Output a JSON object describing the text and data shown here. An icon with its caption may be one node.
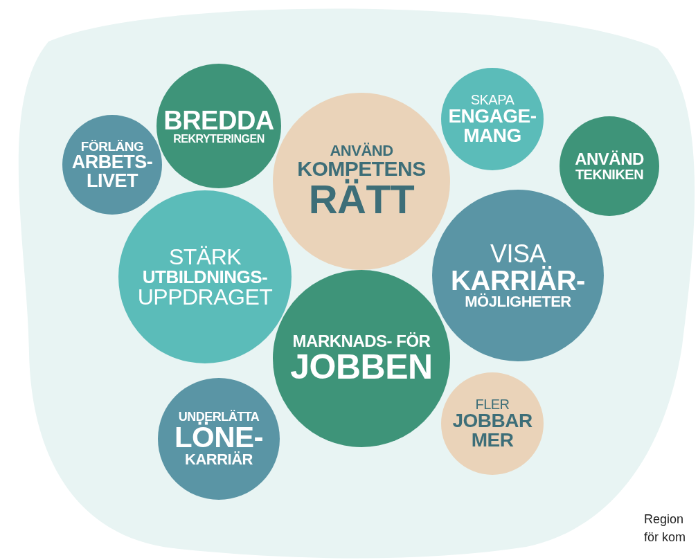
{
  "diagram": {
    "nodes": [
      {
        "text": [],
        "shape": "cloud"
      },
      {
        "text": [
          "FÖRLÄNG",
          "ARBETS- LIVET"
        ],
        "in": 0
      },
      {
        "text": [
          "BREDDA",
          "REKRYTERINGEN"
        ],
        "in": 0
      },
      {
        "text": [
          "ANVÄND",
          "KOMPETENS",
          "RÄTT"
        ],
        "in": 0
      },
      {
        "text": [
          "SKAPA",
          "ENGAGE- MANG"
        ],
        "in": 0
      },
      {
        "text": [
          "ANVÄND",
          "TEKNIKEN"
        ],
        "in": 0
      },
      {
        "text": [
          "STÄRK",
          "UTBILDNINGS-",
          "UPPDRAGET"
        ],
        "in": 0
      },
      {
        "text": [
          "VISA",
          "KARRIÄR-",
          "MÖJLIGHETER"
        ],
        "in": 0
      },
      {
        "text": [
          "MARKNADS- FÖR",
          "JOBBEN"
        ],
        "in": 0
      },
      {
        "text": [
          "UNDERLÄTTA",
          "LÖNE-",
          "KARRIÄR"
        ],
        "in": 0
      },
      {
        "text": [
          "FLER",
          "JOBBAR MER"
        ],
        "in": 0
      }
    ],
    "labels": [
      "Region",
      "för kom"
    ]
  }
}
